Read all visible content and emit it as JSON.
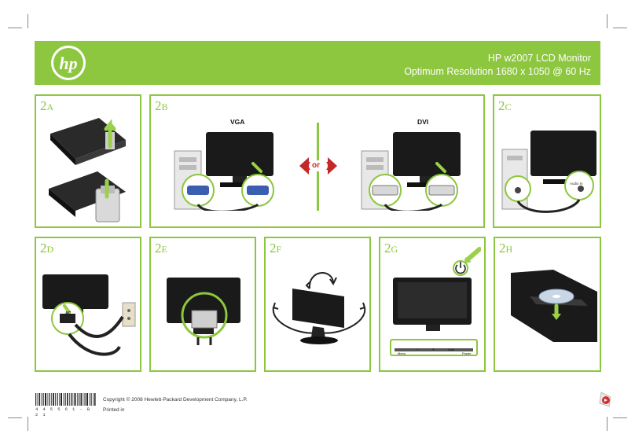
{
  "header": {
    "title_line1": "HP w2007 LCD Monitor",
    "title_line2": "Optimum Resolution 1680 x 1050 @ 60 Hz"
  },
  "steps": {
    "s2a": {
      "num": "2",
      "letter": "A"
    },
    "s2b": {
      "num": "2",
      "letter": "B",
      "left_label": "VGA",
      "right_label": "DVI",
      "or_label": "or"
    },
    "s2c": {
      "num": "2",
      "letter": "C",
      "audio_label": "Audio In"
    },
    "s2d": {
      "num": "2",
      "letter": "D",
      "ac_label": "AC"
    },
    "s2e": {
      "num": "2",
      "letter": "E"
    },
    "s2f": {
      "num": "2",
      "letter": "F"
    },
    "s2g": {
      "num": "2",
      "letter": "G",
      "button_labels": [
        "Menu",
        "−",
        "+",
        "Auto",
        "Power"
      ]
    },
    "s2h": {
      "num": "2",
      "letter": "H"
    }
  },
  "footer": {
    "copyright": "Copyright © 2008 Hewlett-Packard Development Company, L.P.",
    "printed": "Printed in",
    "barcode_number": "4 4 5 5 6 1 - B 2 1"
  },
  "colors": {
    "accent": "#8dc63f",
    "device": "#1a1a1a",
    "arrow": "#9ad04a",
    "or_arrow": "#c62828"
  }
}
